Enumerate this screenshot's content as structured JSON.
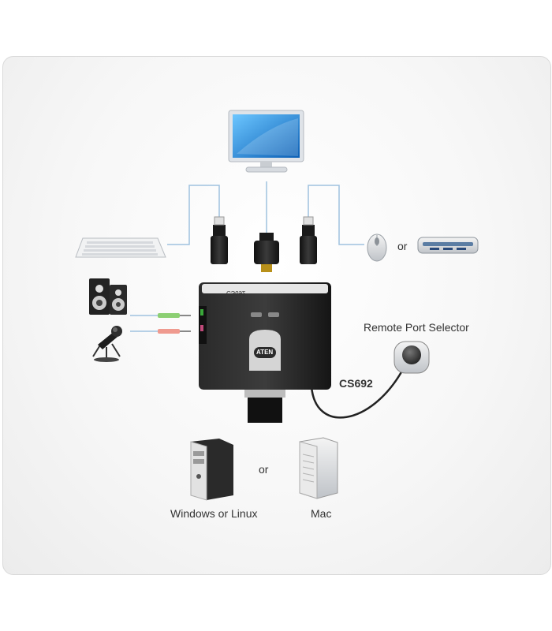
{
  "labels": {
    "remote": "Remote Port Selector",
    "model": "CS692",
    "or_top": "or",
    "or_bottom": "or",
    "windows": "Windows or Linux",
    "mac": "Mac"
  },
  "device": {
    "panel_text": "CS692",
    "brand": "ATEN"
  },
  "colors": {
    "cable": "#9fc2df",
    "accent": "#0b5fb5",
    "device_body": "#1d1d1d"
  }
}
